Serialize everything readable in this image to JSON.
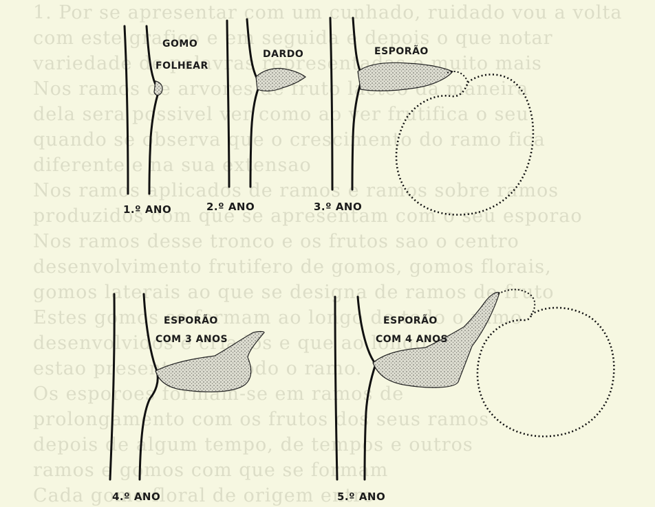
{
  "labels": {
    "gomo": "GOMO",
    "folhear": "FOLHEAR",
    "dardo": "DARDO",
    "esporao": "ESPORÃO",
    "esporao_3": "ESPORÃO",
    "com_3_anos": "COM 3 ANOS",
    "esporao_4": "ESPORÃO",
    "com_4_anos": "COM 4 ANOS"
  },
  "years": [
    "1.º ANO",
    "2.º ANO",
    "3.º ANO",
    "4.º ANO",
    "5.º ANO"
  ],
  "background_text": [
    "1. Por se apresentar com um cunhado, ruidado vou a volta",
    "com este grafico e em seguida e depois o que notar",
    "variedade de palavras representadas e muito mais",
    "Nos ramos de arvores de fruto lacteo da maneira",
    "dela sera possivel ver como ao ver frutifica o seu",
    "quando se observa que o crescimento do ramo fica",
    "diferente e na sua extensao",
    "Nos ramos aplicados de ramos e ramos sobre ramos",
    "produzidos com que se apresentam com o seu esporao",
    "Nos ramos desse tronco e os frutos sao o centro",
    "desenvolvimento frutifero de gomos, gomos florais,",
    "gomos laterais ao que se designa de ramos de fruto",
    "Estes gomos se formam ao longo de todo o ramo",
    "desenvolvidos e criados e que ao longo",
    "estao presentes em todo o ramo.",
    "Os esporoes formam-se em ramos de",
    "prolongamento com os frutos dos seus ramos",
    "depois de algum tempo, de tempos e outros",
    "ramos e gomos com que se formam",
    "Cada gomo floral de origem entre"
  ]
}
